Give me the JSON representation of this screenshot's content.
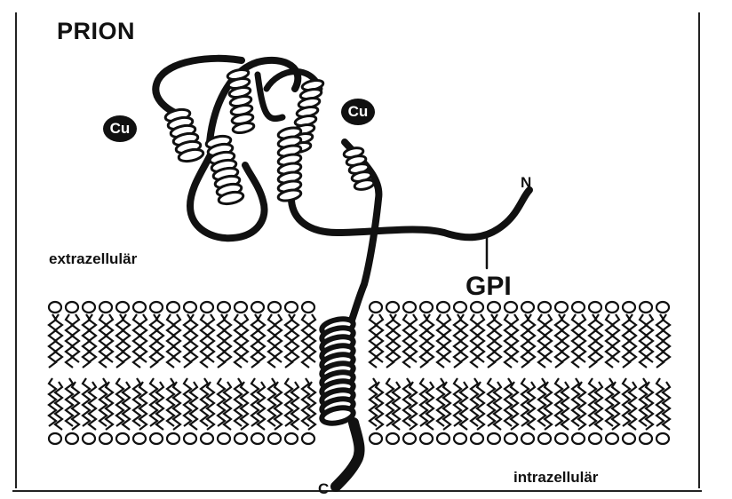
{
  "labels": {
    "title": "PRION",
    "cu_left": "Cu",
    "cu_right": "Cu",
    "extracellular": "extrazellulär",
    "intracellular": "intrazellulär",
    "gpi": "GPI",
    "n_terminus": "N",
    "c_terminus": "C"
  },
  "colors": {
    "ink": "#111111",
    "background": "#ffffff"
  }
}
